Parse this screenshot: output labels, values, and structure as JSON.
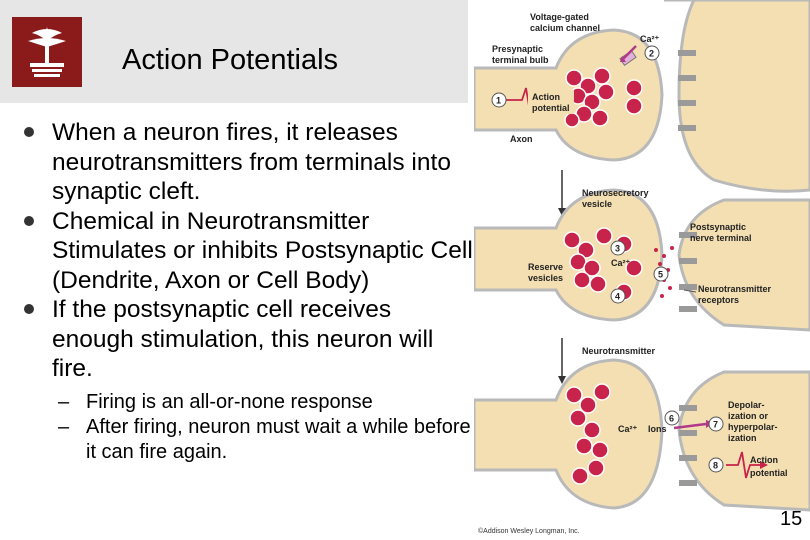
{
  "slide": {
    "title": "Action Potentials",
    "bullets": [
      "When a neuron fires, it releases neurotransmitters from terminals into synaptic cleft.",
      "Chemical in Neurotransmitter Stimulates or inhibits Postsynaptic Cell (Dendrite, Axon or Cell Body)",
      "If the postsynaptic cell receives enough stimulation, this neuron will fire."
    ],
    "sub_bullets": [
      "Firing is an all-or-none response",
      "After firing, neuron must wait a while before it can fire again."
    ],
    "page_number": "15"
  },
  "diagram": {
    "labels": {
      "vg_channel_1": "Voltage-gated",
      "vg_channel_2": "calcium channel",
      "presyn_1": "Presynaptic",
      "presyn_2": "terminal bulb",
      "action_potential_1": "Action",
      "action_potential_2": "potential",
      "axon": "Axon",
      "neurosecretory_1": "Neurosecretory",
      "neurosecretory_2": "vesicle",
      "postsyn_1": "Postsynaptic",
      "postsyn_2": "nerve terminal",
      "reserve_1": "Reserve",
      "reserve_2": "vesicles",
      "receptors_1": "Neurotransmitter",
      "receptors_2": "receptors",
      "neurotransmitter": "Neurotransmitter",
      "depol_1": "Depolar-",
      "depol_2": "ization or",
      "depol_3": "hyperpolar-",
      "depol_4": "ization",
      "ca_top": "Ca²⁺",
      "ca_mid": "Ca²⁺",
      "ca_bot": "Ca²⁺",
      "ions": "Ions",
      "action_bottom_1": "Action",
      "action_bottom_2": "potential"
    },
    "step_numbers": [
      "1",
      "2",
      "3",
      "4",
      "5",
      "6",
      "7",
      "8"
    ],
    "copyright": "©Addison Wesley Longman, Inc."
  }
}
